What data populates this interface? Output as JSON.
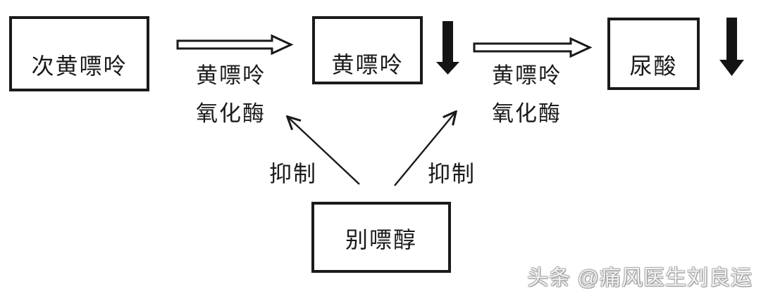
{
  "diagram": {
    "title_hint": "purine-metabolism-pathway",
    "boxes": {
      "hypoxanthine": "次黄嘌呤",
      "xanthine": "黄嘌呤",
      "uric_acid": "尿酸",
      "allopurinol": "别嘌醇"
    },
    "labels": {
      "enzyme1_line1": "黄嘌呤",
      "enzyme1_line2": "氧化酶",
      "enzyme2_line1": "黄嘌呤",
      "enzyme2_line2": "氧化酶",
      "inhibit_left": "抑制",
      "inhibit_right": "抑制"
    },
    "relations": [
      {
        "from": "次黄嘌呤",
        "to": "黄嘌呤",
        "via": "黄嘌呤氧化酶",
        "arrow": "hollow-right"
      },
      {
        "from": "黄嘌呤",
        "to": "尿酸",
        "via": "黄嘌呤氧化酶",
        "arrow": "hollow-right"
      },
      {
        "at": "黄嘌呤",
        "arrow": "solid-down",
        "meaning": "decrease"
      },
      {
        "at": "尿酸",
        "arrow": "solid-down",
        "meaning": "decrease"
      },
      {
        "from": "别嘌醇",
        "to": "黄嘌呤氧化酶",
        "label": "抑制",
        "arrow": "thin-up-left"
      },
      {
        "from": "别嘌醇",
        "to": "黄嘌呤氧化酶",
        "label": "抑制",
        "arrow": "thin-up-right"
      }
    ],
    "icons": {
      "flow_arrow": "hollow-right-arrow-icon",
      "decrease_arrow": "solid-down-arrow-icon",
      "inhibit_arrow": "thin-line-arrow-icon"
    },
    "colors": {
      "line": "#1a1a1a",
      "background": "#ffffff",
      "box_fill": "#ffffff",
      "watermark": "#c9c9c9"
    }
  },
  "watermark": "头条 @痛风医生刘良运"
}
